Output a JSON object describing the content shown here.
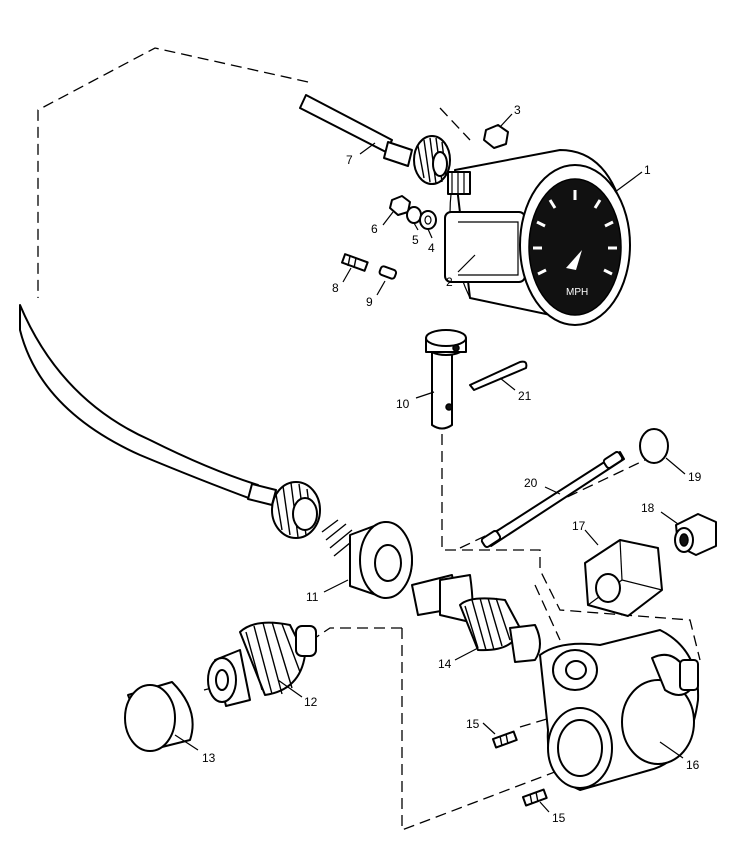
{
  "callouts": [
    "1",
    "2",
    "3",
    "4",
    "5",
    "6",
    "7",
    "8",
    "9",
    "10",
    "11",
    "12",
    "13",
    "14",
    "15",
    "16",
    "17",
    "18",
    "19",
    "20",
    "21"
  ],
  "callout_15_second": "15"
}
